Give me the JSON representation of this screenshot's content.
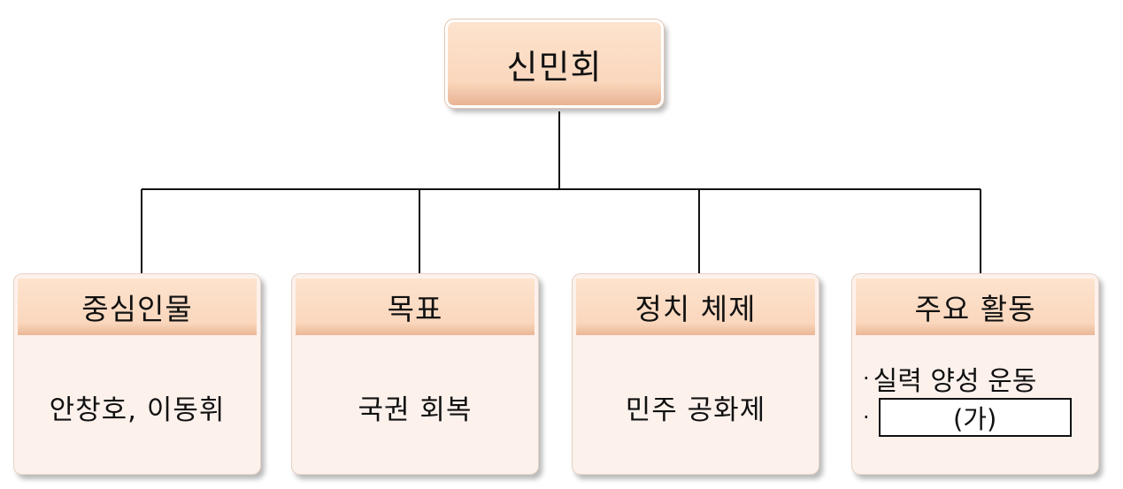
{
  "root": {
    "title": "신민회"
  },
  "categories": [
    {
      "header": "중심인물",
      "body": "안창호, 이동휘"
    },
    {
      "header": "목표",
      "body": "국권 회복"
    },
    {
      "header": "정치 체제",
      "body": "민주 공화제"
    },
    {
      "header": "주요 활동",
      "bullets": [
        {
          "text": "실력 양성 운동"
        },
        {
          "blank_label": "(가)"
        }
      ]
    }
  ],
  "colors": {
    "card_bg": "#fdf1ec",
    "header_bg": "#fad7bd",
    "line": "#111111"
  }
}
